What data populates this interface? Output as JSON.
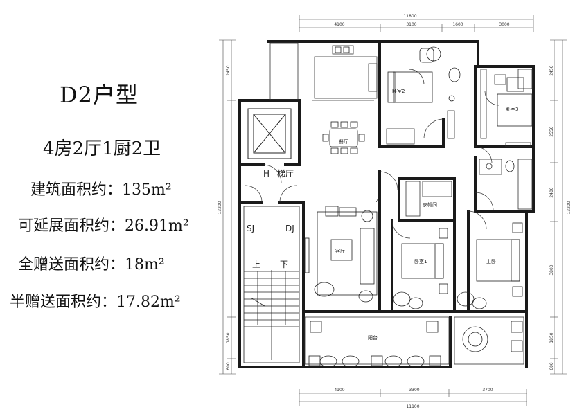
{
  "info": {
    "title": "D2户型",
    "layout": "4房2厅1厨2卫",
    "areas": [
      {
        "label": "建筑面积约：",
        "value": "135m²"
      },
      {
        "label": "可延展面积约：",
        "value": "26.91m²"
      },
      {
        "label": "全赠送面积约：",
        "value": "18m²"
      },
      {
        "label": "半赠送面积约：",
        "value": "17.82m²"
      }
    ]
  },
  "dimensions": {
    "top_total": "11800",
    "top_parts": [
      "4100",
      "3100",
      "1600",
      "3000"
    ],
    "bottom_total": "11100",
    "bottom_parts": [
      "4100",
      "3300",
      "3700"
    ],
    "left_total": "13200",
    "left_parts": [
      "2450",
      "1850",
      "600"
    ],
    "right_total": "13200",
    "right_parts": [
      "2450",
      "2550",
      "2400",
      "3800",
      "1850",
      "600"
    ]
  },
  "rooms": {
    "bedroom2": "卧室2",
    "bedroom3": "卧室3",
    "dining": "餐厅",
    "elevator_hall": "梯厅",
    "cloakroom": "衣帽间",
    "living": "客厅",
    "bedroom1": "卧室1",
    "master": "主卧",
    "balcony": "阳台",
    "h_mark": "H",
    "sj": "SJ",
    "dj": "DJ",
    "up": "上",
    "down": "下",
    "a_mark": "A"
  }
}
